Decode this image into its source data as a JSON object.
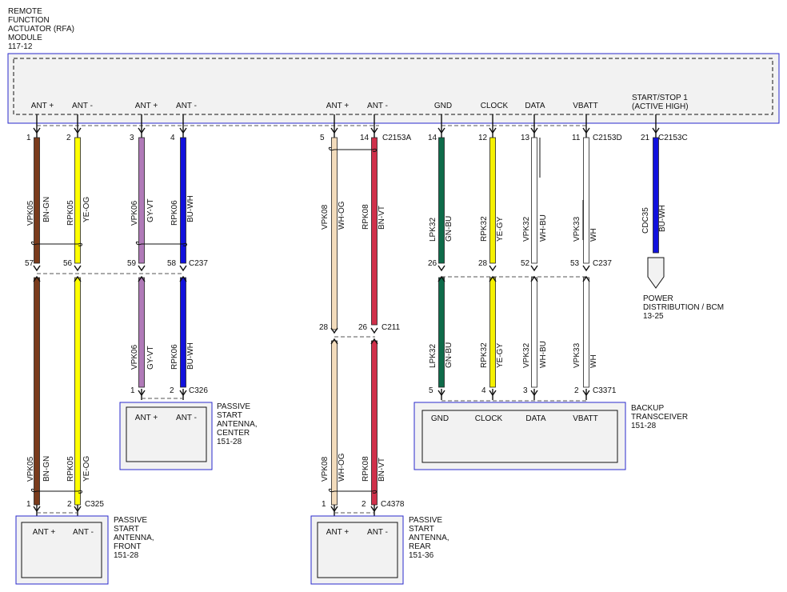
{
  "module": {
    "title_lines": [
      "REMOTE",
      "FUNCTION",
      "ACTUATOR (RFA)",
      "MODULE",
      "117-12"
    ],
    "pin_labels": [
      "ANT +",
      "ANT -",
      "ANT +",
      "ANT -",
      "ANT +",
      "ANT -",
      "GND",
      "CLOCK",
      "DATA",
      "VBATT",
      "START/STOP 1",
      "(ACTIVE HIGH)"
    ]
  },
  "module_pins": [
    "1",
    "2",
    "3",
    "4",
    "5",
    "14",
    "14",
    "12",
    "13",
    "11",
    "21"
  ],
  "connectors": {
    "c2153a": "C2153A",
    "c2153d": "C2153D",
    "c2153c": "C2153C",
    "c237": "C237",
    "c211": "C211",
    "c326": "C326",
    "c3371": "C3371",
    "c325": "C325",
    "c4378": "C4378"
  },
  "pins_c237_left": [
    "57",
    "56",
    "59",
    "58"
  ],
  "pins_c237_right": [
    "26",
    "28",
    "52",
    "53"
  ],
  "pins_c211": [
    "28",
    "26"
  ],
  "pins_c326": [
    "1",
    "2"
  ],
  "pins_c3371": [
    "5",
    "4",
    "3",
    "2"
  ],
  "pins_c325": [
    "1",
    "2"
  ],
  "pins_c4378": [
    "1",
    "2"
  ],
  "wires": {
    "vpk05": {
      "circuit": "VPK05",
      "color": "BN-GN",
      "hex": "#7a3b1c"
    },
    "rpk05": {
      "circuit": "RPK05",
      "color": "YE-OG",
      "hex": "#ffff00"
    },
    "vpk06": {
      "circuit": "VPK06",
      "color": "GY-VT",
      "hex": "#b07ab8"
    },
    "rpk06": {
      "circuit": "RPK06",
      "color": "BU-WH",
      "hex": "#1111dd"
    },
    "vpk08": {
      "circuit": "VPK08",
      "color": "WH-OG",
      "hex": "#f3dcbc"
    },
    "rpk08": {
      "circuit": "RPK08",
      "color": "BN-VT",
      "hex": "#d0304a"
    },
    "lpk32": {
      "circuit": "LPK32",
      "color": "GN-BU",
      "hex": "#0e6b4a"
    },
    "rpk32": {
      "circuit": "RPK32",
      "color": "YE-GY",
      "hex": "#f5f000"
    },
    "vpk32": {
      "circuit": "VPK32",
      "color": "WH-BU",
      "hex": "#ffffff"
    },
    "vpk33": {
      "circuit": "VPK33",
      "color": "WH",
      "hex": "#ffffff"
    },
    "cdc35": {
      "circuit": "CDC35",
      "color": "BU-WH",
      "hex": "#1111dd"
    }
  },
  "power_distribution": {
    "lines": [
      "POWER",
      "DISTRIBUTION / BCM",
      "13-25"
    ]
  },
  "antenna_center": {
    "pins": [
      "ANT +",
      "ANT -"
    ],
    "lines": [
      "PASSIVE",
      "START",
      "ANTENNA,",
      "CENTER",
      "151-28"
    ]
  },
  "backup_transceiver": {
    "pins": [
      "GND",
      "CLOCK",
      "DATA",
      "VBATT"
    ],
    "lines": [
      "BACKUP",
      "TRANSCEIVER",
      "151-28"
    ]
  },
  "antenna_front": {
    "pins": [
      "ANT +",
      "ANT -"
    ],
    "lines": [
      "PASSIVE",
      "START",
      "ANTENNA,",
      "FRONT",
      "151-28"
    ]
  },
  "antenna_rear": {
    "pins": [
      "ANT +",
      "ANT -"
    ],
    "lines": [
      "PASSIVE",
      "START",
      "ANTENNA,",
      "REAR",
      "151-36"
    ]
  }
}
